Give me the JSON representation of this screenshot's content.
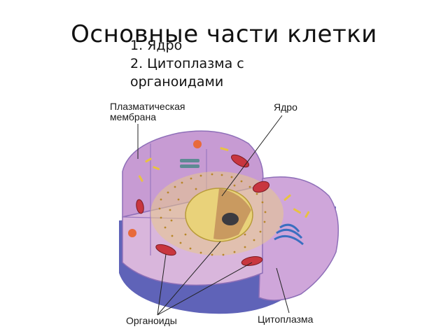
{
  "slide": {
    "title": "Основные части клетки",
    "points": [
      "1. Ядро",
      "2. Цитоплазма с органоидами"
    ]
  },
  "figure": {
    "labels": {
      "membrane_line1": "Плазматическая",
      "membrane_line2": "мембрана",
      "nucleus": "Ядро",
      "organoids": "Органоиды",
      "cytoplasm": "Цитоплазма"
    },
    "colors": {
      "membrane_outer": "#5f63b8",
      "cytoplasm": "#d9b6dc",
      "cut_face": "#c79bd3",
      "nucleus": "#e9d27a",
      "nucleolus": "#3b3b40",
      "mitochondria": "#c8363f",
      "er_dots": "#b8862a"
    }
  }
}
